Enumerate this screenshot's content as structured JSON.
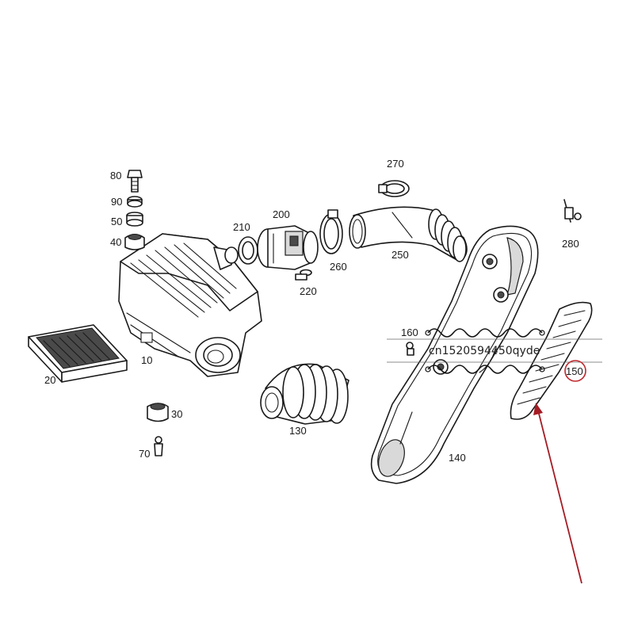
{
  "labels": {
    "l10": "10",
    "l20": "20",
    "l30": "30",
    "l40": "40",
    "l50": "50",
    "l70": "70",
    "l80": "80",
    "l90": "90",
    "l130": "130",
    "l140": "140",
    "l150": "150",
    "l160": "160",
    "l200": "200",
    "l210": "210",
    "l220": "220",
    "l250": "250",
    "l260": "260",
    "l270": "270",
    "l280": "280"
  },
  "watermark": {
    "text": "cn1520594450qyde"
  },
  "highlight": {
    "target_part": "150",
    "circle_color": "#c0282d",
    "arrow_color": "#a51c24"
  }
}
